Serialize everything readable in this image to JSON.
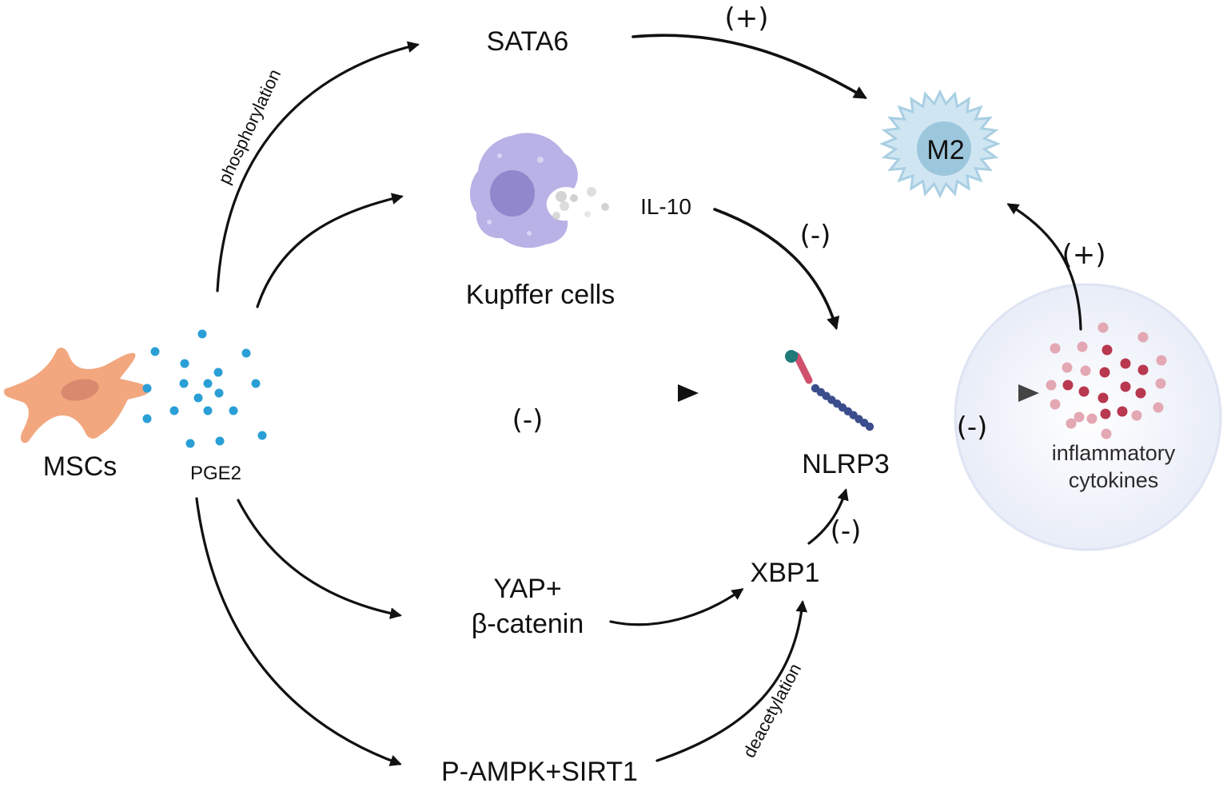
{
  "nodes": {
    "mscs": "MSCs",
    "pge2": "PGE2",
    "sata6": "SATA6",
    "kupffer": "Kupffer cells",
    "il10": "IL-10",
    "m2": "M2",
    "nlrp3": "NLRP3",
    "inflammatory_line1": "inflammatory",
    "inflammatory_line2": "cytokines",
    "yap_line1": "YAP+",
    "yap_line2": "β-catenin",
    "xbp1": "XBP1",
    "pampk": "P-AMPK+SIRT1"
  },
  "edge_labels": {
    "phosphorylation": "phosphorylation",
    "deacetylation": "deacetylation"
  },
  "signs": {
    "sata6_to_m2": "(+)",
    "il10_to_nlrp3": "(-)",
    "pge2_to_nlrp3": "(-)",
    "nlrp3_to_cytokines": "(-)",
    "cytokines_to_m2": "(+)",
    "xbp1_to_nlrp3": "(-)"
  },
  "colors": {
    "msc_cell": "#f2a77f",
    "msc_nucleus": "#d98a6e",
    "pge2_dots": "#2a9fd6",
    "kupffer_cell": "#b8b2e6",
    "kupffer_nucleus": "#8f88cc",
    "m2_cell": "#cfe6f2",
    "m2_nucleus": "#9cc6dc",
    "cytokine_dark": "#b8384f",
    "cytokine_light": "#e3a8b3",
    "cytokine_circle": "#eef1f9",
    "nlrp3_head": "#1f7a7a",
    "nlrp3_middle": "#d0506e",
    "nlrp3_chain": "#3b4d8c",
    "arrow": "#111111"
  }
}
